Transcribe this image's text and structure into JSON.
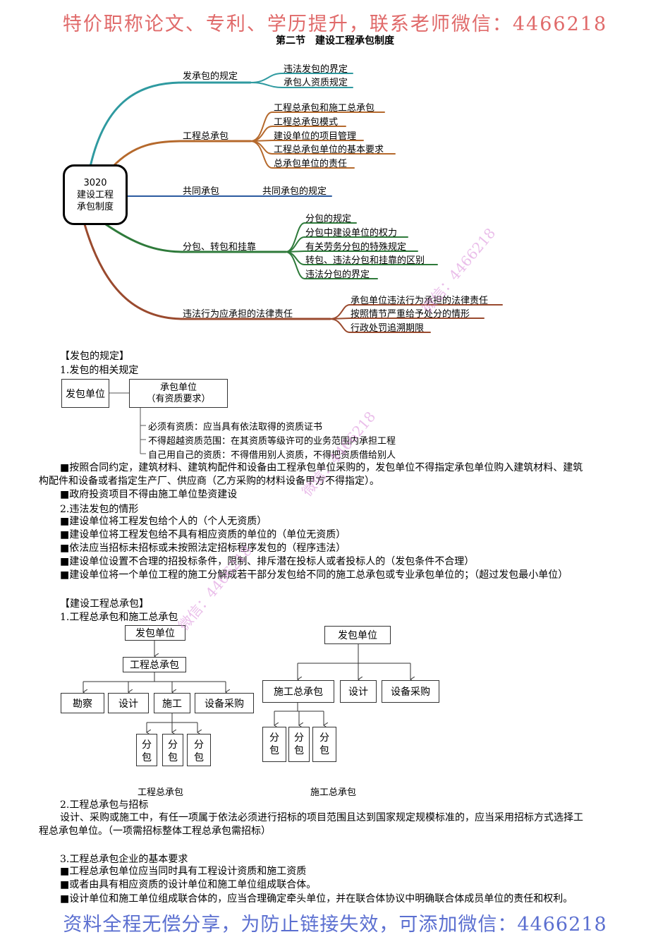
{
  "banner_top": "特价职称论文、专利、学历提升，联系老师微信：4466218",
  "section_title": "第二节　建设工程承包制度",
  "mindmap": {
    "center": {
      "code": "3020",
      "line1": "建设工程",
      "line2": "承包制度"
    },
    "branches": [
      {
        "label": "发承包的规定",
        "color": "#2f9aa0",
        "children": [
          "违法发包的界定",
          "承包人资质规定"
        ]
      },
      {
        "label": "工程总承包",
        "color": "#b5692c",
        "children": [
          "工程总承包和施工总承包",
          "工程总承包模式",
          "建设单位的项目管理",
          "工程总承包单位的基本要求",
          "总承包单位的责任"
        ]
      },
      {
        "label": "共同承包",
        "color": "#2b5aa0",
        "children": [
          "共同承包的规定"
        ]
      },
      {
        "label": "分包、转包和挂靠",
        "color": "#2e7a3a",
        "children": [
          "分包的规定",
          "分包中建设单位的权力",
          "有关劳务分包的特殊规定",
          "转包、违法分包和挂靠的区别",
          "违法分包的界定"
        ]
      },
      {
        "label": "违法行为应承担的法律责任",
        "color": "#9a4a2e",
        "children": [
          "承包单位违法行为承担的法律责任",
          "按照情节严重给予处分的情形",
          "行政处罚追溯期限"
        ]
      }
    ]
  },
  "s1": {
    "heading": "【发包的规定】",
    "sub1": "1.发包的相关规定",
    "box_left": "发包单位",
    "box_right_l1": "承包单位",
    "box_right_l2": "（有资质要求）",
    "items": [
      "必须有资质：应当具有依法取得的资质证书",
      "不得超越资质范围：在其资质等级许可的业务范围内承担工程",
      "自己用自己的资质：不得借用别人资质，不得把资质借给别人"
    ],
    "p1a": "■按照合同约定，建筑材料、建筑构配件和设备由工程承包单位采购的，发包单位不得指定承包单位购入建筑材料、建筑",
    "p1b": "构配件和设备或者指定生产厂、供应商（乙方采购的材料设备甲方不得指定）。",
    "p2": "■政府投资项目不得由施工单位垫资建设",
    "sub2": "2.违法发包的情形",
    "bullets": [
      "■建设单位将工程发包给个人的（个人无资质）",
      "■建设单位将工程发包给不具有相应资质的单位的（单位无资质）",
      "■依法应当招标未招标或未按照法定招标程序发包的（程序违法）",
      "■建设单位设置不合理的招投标条件，限制、排斥潜在投标人或者投标人的（发包条件不合理）",
      "■建设单位将一个单位工程的施工分解成若干部分发包给不同的施工总承包或专业承包单位的；（超过发包最小单位）"
    ]
  },
  "s2": {
    "heading": "【建设工程总承包】",
    "sub1": "1.工程总承包和施工总承包",
    "left": {
      "top": "发包单位",
      "mid": "工程总承包",
      "row": [
        "勘察",
        "设计",
        "施工",
        "设备采购"
      ],
      "sub": [
        "分包",
        "分包",
        "分包"
      ],
      "caption": "工程总承包"
    },
    "right": {
      "top": "发包单位",
      "row": [
        "施工总承包",
        "设计",
        "设备采购"
      ],
      "sub": [
        "分包",
        "分包",
        "分包"
      ],
      "caption": "施工总承包"
    },
    "sub2": "2.工程总承包与招标",
    "p2a": "设计、采购或施工中，有任一项属于依法必须进行招标的项目范围且达到国家规定规模标准的，应当采用招标方式选择工",
    "p2b": "程总承包单位。（一项需招标整体工程总承包需招标）",
    "sub3": "3.工程总承包企业的基本要求",
    "bullets": [
      "■工程总承包单位应当同时具有工程设计资质和施工资质",
      "■或者由具有相应资质的设计单位和施工单位组成联合体。",
      "■设计单位和施工单位组成联合体的，应当合理确定牵头单位，并在联合体协议中明确联合体成员单位的责任和权利。"
    ]
  },
  "watermarks": [
    "微信：4466218",
    "微信：4466218",
    "微信：4466218"
  ],
  "banner_bottom": "资料全程无偿分享，为防止链接失效，可添加微信：4466218"
}
